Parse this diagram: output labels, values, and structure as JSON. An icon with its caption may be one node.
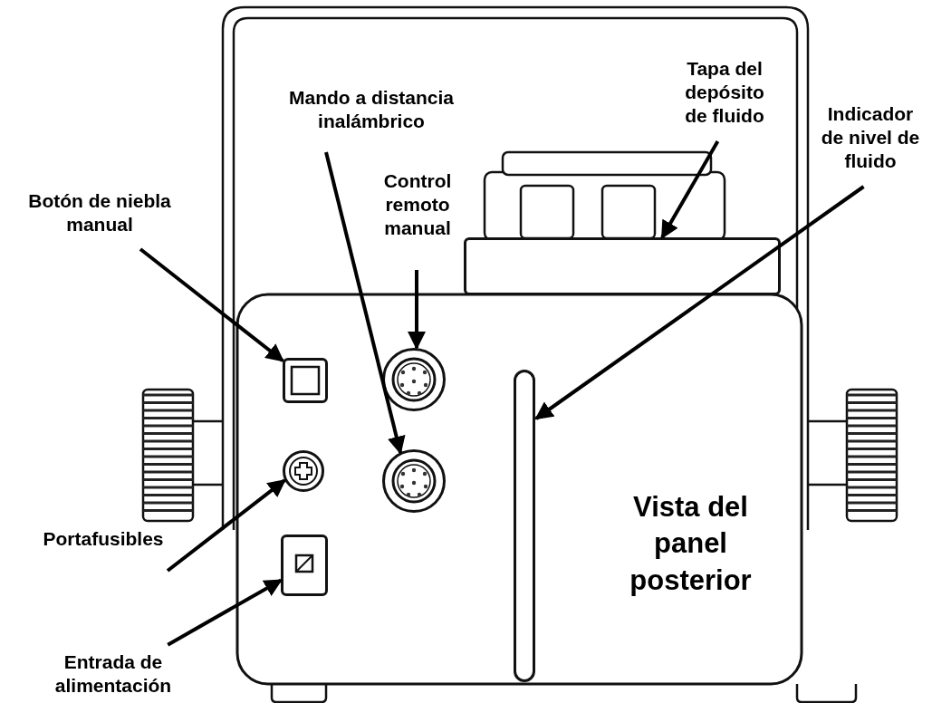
{
  "diagram": {
    "nodes": [
      {
        "text": [
          "Botón de niebla manual"
        ]
      },
      {
        "text": [
          "Mando a distancia inalámbrico"
        ]
      },
      {
        "text": [
          "Control remoto manual"
        ]
      },
      {
        "text": [
          "Tapa del depósito de fluido"
        ]
      },
      {
        "text": [
          "Indicador de nivel de fluido"
        ]
      },
      {
        "text": [
          "Portafusibles"
        ]
      },
      {
        "text": [
          "Entrada de alimentación"
        ]
      },
      {
        "text": [],
        "shape": "box"
      },
      {
        "text": [],
        "shape": "circle"
      },
      {
        "text": [],
        "shape": "circle"
      },
      {
        "text": [],
        "shape": "box"
      },
      {
        "text": [],
        "shape": "bar"
      },
      {
        "text": [],
        "shape": "circle"
      },
      {
        "text": [],
        "shape": "box"
      }
    ],
    "edges": [
      {
        "from": 0,
        "to": 7,
        "arrow": "to"
      },
      {
        "from": 1,
        "to": 8,
        "arrow": "to"
      },
      {
        "from": 2,
        "to": 9,
        "arrow": "to"
      },
      {
        "from": 3,
        "to": 10,
        "arrow": "to"
      },
      {
        "from": 4,
        "to": 11,
        "arrow": "to"
      },
      {
        "from": 5,
        "to": 12,
        "arrow": "to"
      },
      {
        "from": 6,
        "to": 13,
        "arrow": "to"
      }
    ],
    "labels": [
      "Vista del panel posterior"
    ]
  }
}
